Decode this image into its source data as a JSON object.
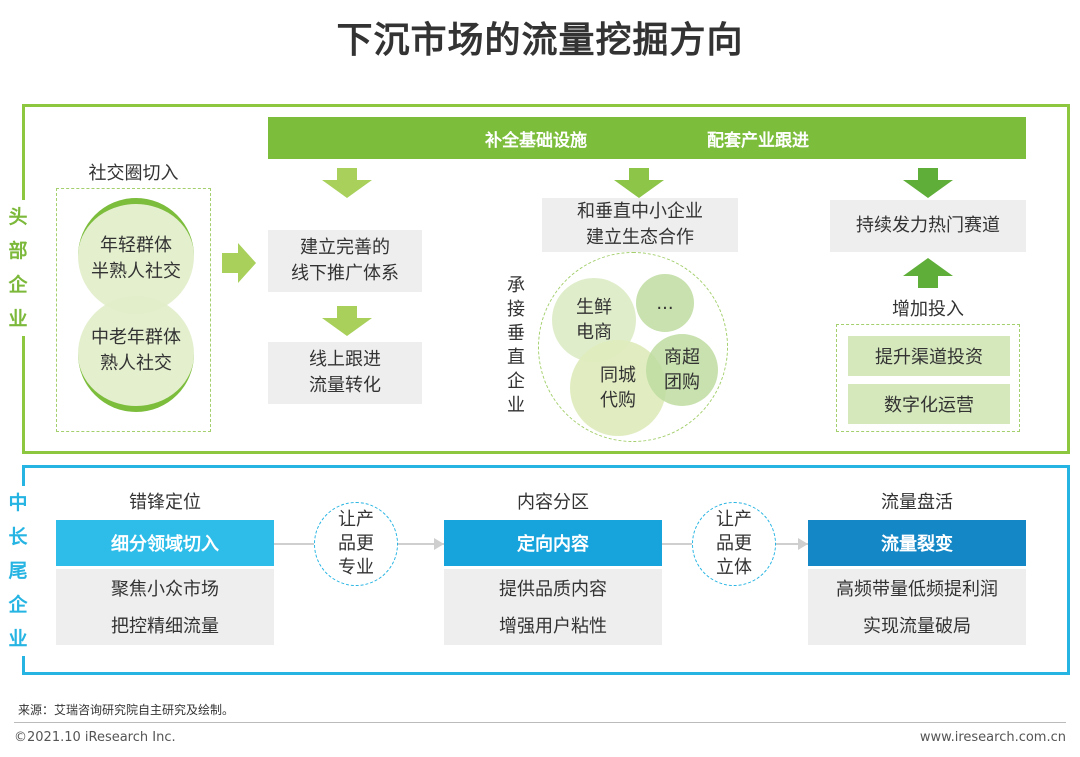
{
  "title": "下沉市场的流量挖掘方向",
  "head": {
    "label": [
      "头",
      "部",
      "企",
      "业"
    ],
    "banner": [
      "补全基础设施",
      "配套产业跟进"
    ],
    "social": {
      "title": "社交圈切入",
      "young": [
        "年轻群体",
        "半熟人社交"
      ],
      "old": [
        "中老年群体",
        "熟人社交"
      ]
    },
    "col1": {
      "box1": [
        "建立完善的",
        "线下推广体系"
      ],
      "box2": [
        "线上跟进",
        "流量转化"
      ]
    },
    "col2": {
      "box1": [
        "和垂直中小企业",
        "建立生态合作"
      ],
      "vertical_label": [
        "承",
        "接",
        "垂",
        "直",
        "企",
        "业"
      ],
      "circles": {
        "fresh": [
          "生鲜",
          "电商"
        ],
        "more": "...",
        "city": [
          "同城",
          "代购"
        ],
        "group": [
          "商超",
          "团购"
        ]
      }
    },
    "col3": {
      "box1": "持续发力热门赛道",
      "invest_title": "增加投入",
      "items": [
        "提升渠道投资",
        "数字化运营"
      ]
    }
  },
  "mid": {
    "label": [
      "中",
      "长",
      "尾",
      "企",
      "业"
    ],
    "groups": [
      {
        "caption": "错锋定位",
        "head": "细分领域切入",
        "lines": [
          "聚焦小众市场",
          "把控精细流量"
        ],
        "color": "#2ebde9"
      },
      {
        "caption": "内容分区",
        "head": "定向内容",
        "lines": [
          "提供品质内容",
          "增强用户粘性"
        ],
        "color": "#17a3dc"
      },
      {
        "caption": "流量盘活",
        "head": "流量裂变",
        "lines": [
          "高频带量低频提利润",
          "实现流量破局"
        ],
        "color": "#1487c6"
      }
    ],
    "connectors": [
      [
        "让产",
        "品更",
        "专业"
      ],
      [
        "让产",
        "品更",
        "立体"
      ]
    ]
  },
  "footer": {
    "source": "来源：艾瑞咨询研究院自主研究及绘制。",
    "copyright": "©2021.10 iResearch Inc.",
    "website": "www.iresearch.com.cn"
  },
  "colors": {
    "green": "#7cbd3c",
    "light_green": "#d5e8bc",
    "blue": "#26b4e3",
    "gray_box": "#eeeeee"
  }
}
